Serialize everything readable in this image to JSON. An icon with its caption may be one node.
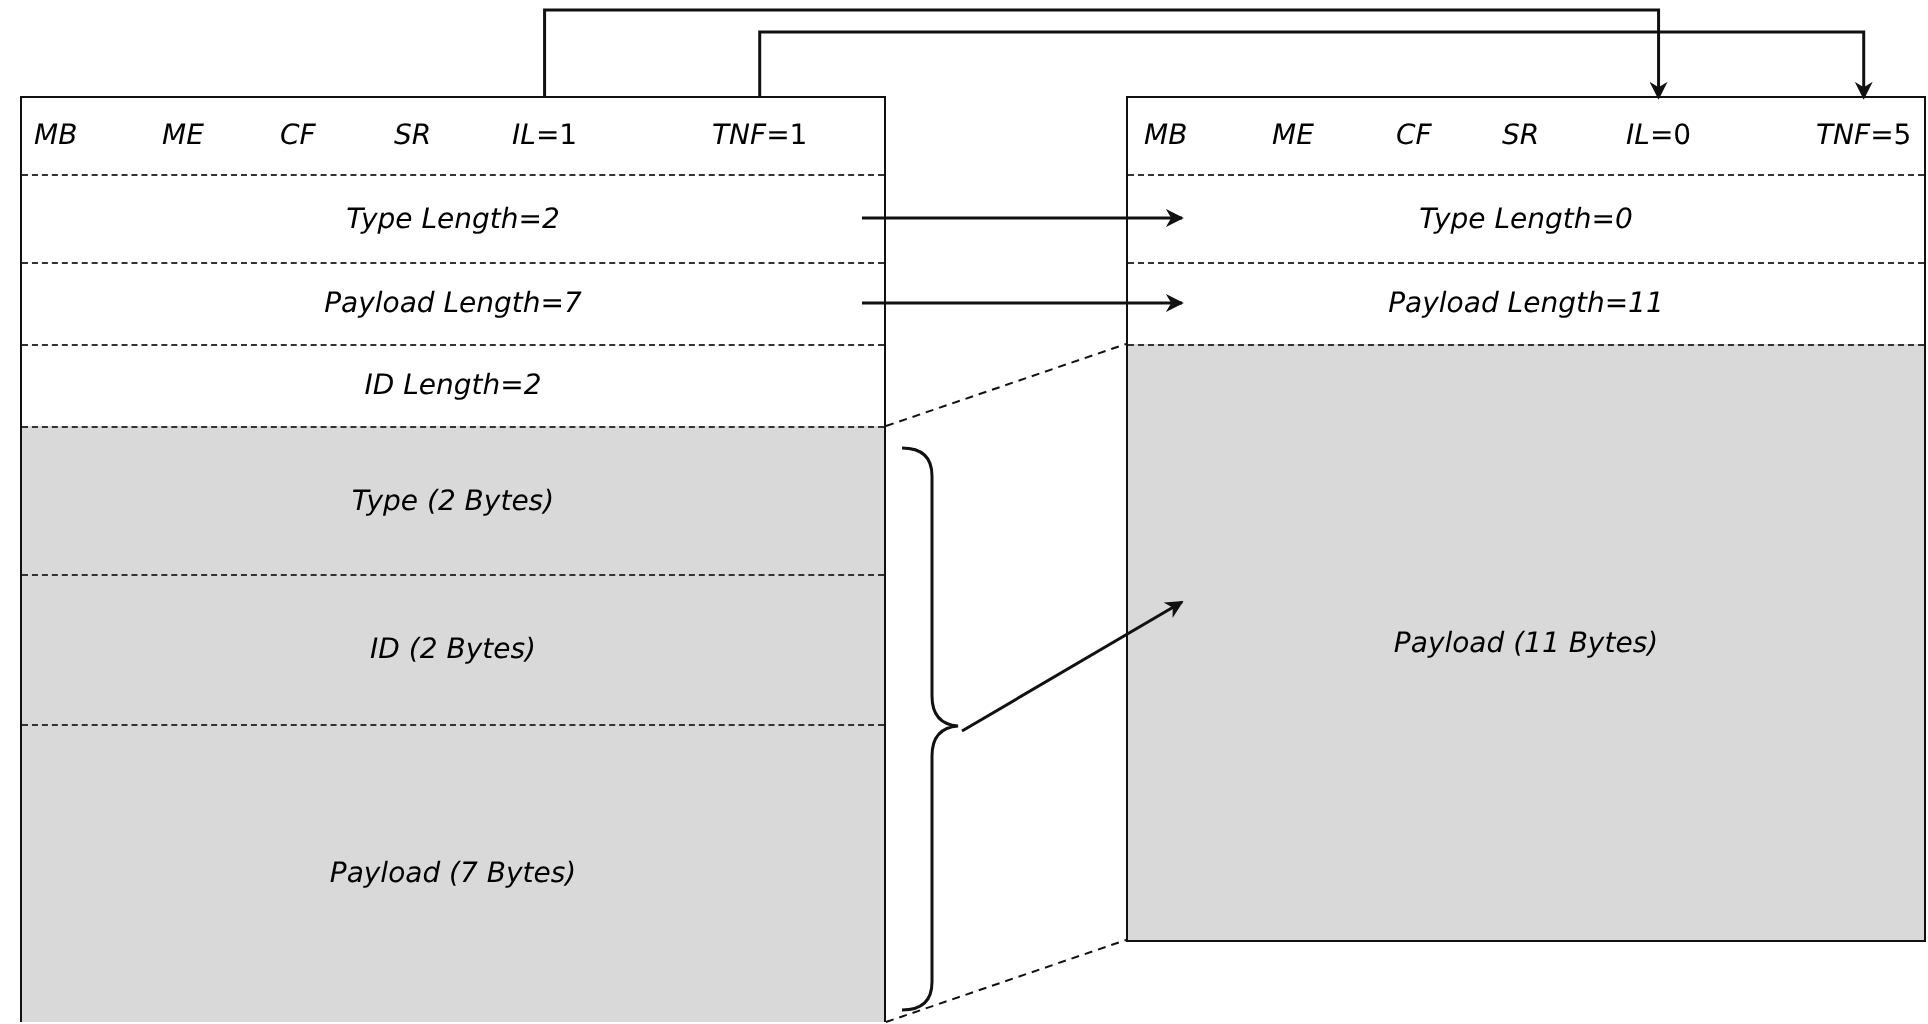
{
  "diagram": {
    "nodes": [
      {
        "text": [],
        "shape": "box"
      },
      {
        "text": [
          "MB"
        ],
        "in": 0
      },
      {
        "text": [
          "ME"
        ],
        "in": 0
      },
      {
        "text": [
          "CF"
        ],
        "in": 0
      },
      {
        "text": [
          "SR"
        ],
        "in": 0
      },
      {
        "text": [
          "*IL*=1"
        ],
        "in": 0
      },
      {
        "text": [
          "*TNF*=1"
        ],
        "in": 0
      },
      {
        "text": [
          "Type Length=2"
        ],
        "in": 0
      },
      {
        "text": [
          "Payload Length=7"
        ],
        "in": 0
      },
      {
        "text": [
          "ID Length=2"
        ],
        "in": 0
      },
      {
        "text": [
          "Type (2 Bytes)"
        ],
        "in": 0
      },
      {
        "text": [
          "ID (2 Bytes)"
        ],
        "in": 0
      },
      {
        "text": [
          "Payload (7 Bytes)"
        ],
        "in": 0
      },
      {
        "text": [],
        "shape": "box"
      },
      {
        "text": [
          "MB"
        ],
        "in": 13
      },
      {
        "text": [
          "ME"
        ],
        "in": 13
      },
      {
        "text": [
          "CF"
        ],
        "in": 13
      },
      {
        "text": [
          "SR"
        ],
        "in": 13
      },
      {
        "text": [
          "*IL*=0"
        ],
        "in": 13
      },
      {
        "text": [
          "*TNF*=5"
        ],
        "in": 13
      },
      {
        "text": [
          "Type Length=0"
        ],
        "in": 13
      },
      {
        "text": [
          "Payload Length=11"
        ],
        "in": 13
      },
      {
        "text": [
          "Payload (11 Bytes)"
        ],
        "in": 13
      },
      {
        "text": [],
        "shape": "bracket"
      }
    ],
    "edges": [
      {
        "from": 5,
        "to": 18,
        "arrow": "to"
      },
      {
        "from": 6,
        "to": 19,
        "arrow": "to"
      },
      {
        "from": 7,
        "to": 20,
        "arrow": "to"
      },
      {
        "from": 8,
        "to": 21,
        "arrow": "to"
      },
      {
        "from": 23,
        "to": 22,
        "arrow": "to"
      }
    ]
  }
}
